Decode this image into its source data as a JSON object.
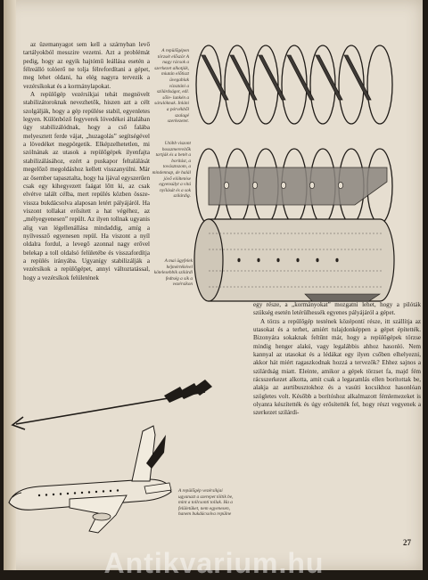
{
  "page": {
    "left_column": [
      "az üzemanyagot sem kell a szárnyban levő tartályokból messzire vezetni. Azt a problémát pedig, hogy az egyik hajtómű leállása esetén a félreálló tolóerő ne tolja félrefordítani a gépet, meg lehet oldani, ha elég nagyra tervezik a vezérsíkokat és a kormánylapokat.",
      "A repülőgép vezérsíkjai tehát megnövelt stabilizátoroknak nevezhetők, hiszen azt a célt szolgálják, hogy a gép repülése stabil, egyenletes legyen. Különböző fegyverek lövedékei általában úgy stabilizálódnak, hogy a cső falába melyesztett ferde vájat, „huzagolás” segítségével a lövedéket megpörgetik. Elképzelhetetlen, mi szólnának az utasok a repülőgépek ilyenfajta stabilizálásához, ezért a puskapor feltalálását megelőző megoldáshoz kellett visszanyúlni. Már az ősember tapasztalta, hogy ha íjával egyszerűen csak egy kihegyezett faágat lőtt ki, az csak elvétve talált célba, mert repülés közben össze-vissza bukdácsolva alaposan letért pályájáról. Ha viszont tollakat erősített a hat végéhez, az „mélyegyenesen” repült. Az ilyen tollnak ugyanis alig van légellenállása mindaddig, amíg a nyílvessző egyenesen repül. Ha viszont a nyíl oldalra fordul, a levegő azonnal nagy erővel belekap a toll oldalsó felületébe és visszafordítja a repülés irányába. Ugyanígy stabilizálják a vezérsíkok a repülőgépet, annyi változtatással, hogy a vezérsíkok felületének"
    ],
    "right_column": [
      "egy része, a „kormányokat” mozgatni lehet, hogy a pilóták szükség esetén letérülhessék egyenes pályájáról a gépet.",
      "A törzs a repülőgép testének középontí része, itt szállítja az utasokat és a terhet, amiért tulajdonképpen a gépet építették. Bizonyára sokaknak feltűnt már, hogy a repülőgépek törzse mindig henger alakú, vagy legalábbis ahhoz hasonló. Nem kannyal az utasokat és a lédákat egy ilyen csőben elhelyezni, akkor hát miért ragaszkodnak hozzá a tervezők? Ehhez sajnos a szilárdság miatt. Eleinte, amikor a gépek törzset fa, majd fém rácsszerkezet alkotta, amit csak a legaramlás ellen borítottak be, alakja az aurtibusztokhoz és a vasúti kocsikhoz hasonlóan szögletes volt. Később a borítóshoz alkalmazott fémlemezeket is olyanra készítették és úgy erősítették fel, hogy részt vegyenek a szerkezet szilárdi-"
    ],
    "captions": {
      "fuselage_frames": "A repülőgépen törzsét először A nagy rácsok a szerkezet alkotják, miután előtiszt üvegablak vízsztáni a szilárdságot, edl. sőle- lunkén a sárulóknak. Inláni a pórvékből szalagé szerkezetet.",
      "fuselage_skin": "Utóbb viszont hosszmerevítők tartják és a betét a borítást, a továsztozom, a mindennap, de halál jövő elöltetése egyensúlyt a vitá nyílását és a sok szilárdig.",
      "fuselage_shell": "A mai ügyfelek héjmértékével kötelesebbik szilárdi fedtség a sík a vezérsíkon",
      "aircraft": "A repülőgép vezérsíkjai ugyanazt a szerepet töltik be, mint a tollcsonti tollak. Ha a felületüket, nem egyenesen, hanem bukdácsolva repülne"
    },
    "page_number": "27",
    "watermark": "Antikvarium.hu"
  }
}
